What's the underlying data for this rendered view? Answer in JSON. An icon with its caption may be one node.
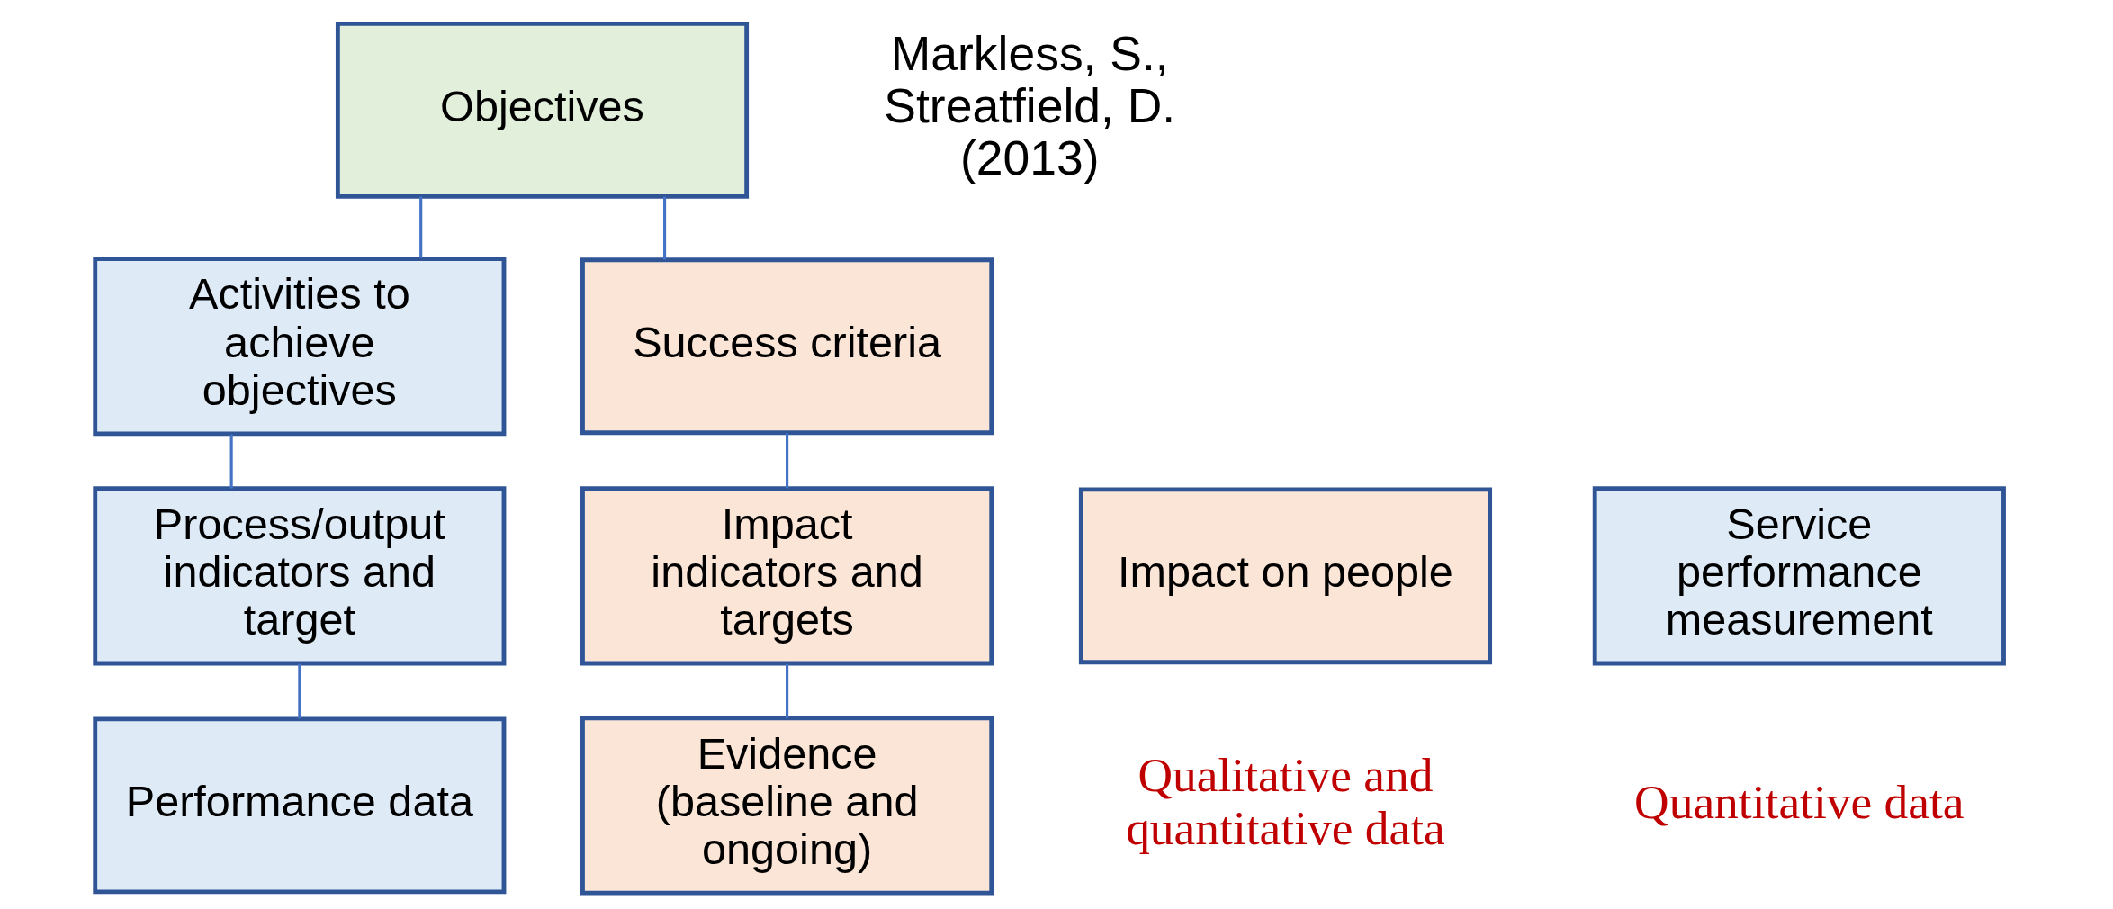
{
  "diagram": {
    "nodes": [
      {
        "text": [
          "Objectives"
        ]
      },
      {
        "text": [
          "Activities to achieve objectives"
        ]
      },
      {
        "text": [
          "Success criteria"
        ]
      },
      {
        "text": [
          "Service performance measurement"
        ]
      },
      {
        "text": [
          "Process/output indicators and target"
        ]
      },
      {
        "text": [
          "Impact indicators and targets"
        ]
      },
      {
        "text": [
          "Impact on people"
        ]
      },
      {
        "text": [
          "Performance data"
        ]
      },
      {
        "text": [
          "Evidence (baseline and ongoing)"
        ]
      }
    ],
    "edges": [
      {
        "from": 0,
        "to": 1,
        "arrow": "none"
      },
      {
        "from": 0,
        "to": 2,
        "arrow": "none"
      },
      {
        "from": 1,
        "to": 4,
        "arrow": "none"
      },
      {
        "from": 4,
        "to": 7,
        "arrow": "none"
      },
      {
        "from": 2,
        "to": 5,
        "arrow": "none"
      },
      {
        "from": 5,
        "to": 8,
        "arrow": "none"
      }
    ],
    "labels": [
      "Markless, S., Streatfield, D. (2013)",
      "Quantitative data",
      "Qualitative and quantitative data"
    ]
  }
}
